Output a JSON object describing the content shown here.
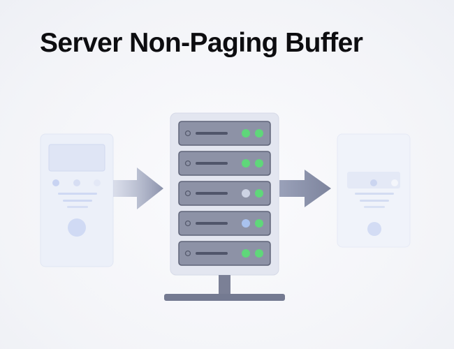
{
  "title": "Server Non-Paging Buffer",
  "colors": {
    "background": "#f5f6f9",
    "title": "#0d0d10",
    "server_frame": "#e1e4ef",
    "server_drive": "#8d92a6",
    "server_drive_border": "#5f6478",
    "server_stand": "#7a7f94",
    "arrow": "#a7aec6",
    "client_panel": "#e8ecf7",
    "client_accent": "#c5d0f0",
    "led_green": "#5fd77a",
    "led_gray": "#cdd3e4",
    "led_blue": "#a9c2ee"
  },
  "diagram": {
    "left_client": {
      "icon": "computer-tower-icon"
    },
    "right_client": {
      "icon": "computer-tower-icon"
    },
    "server": {
      "icon": "server-rack-icon",
      "drives": [
        {
          "leds": [
            "green",
            "green"
          ]
        },
        {
          "leds": [
            "green",
            "green"
          ]
        },
        {
          "leds": [
            "gray",
            "green"
          ]
        },
        {
          "leds": [
            "blue",
            "green"
          ]
        },
        {
          "leds": [
            "green",
            "green"
          ]
        }
      ]
    },
    "arrows": [
      {
        "icon": "arrow-right-icon",
        "from": "left_client",
        "to": "server"
      },
      {
        "icon": "arrow-right-icon",
        "from": "server",
        "to": "right_client"
      }
    ]
  }
}
